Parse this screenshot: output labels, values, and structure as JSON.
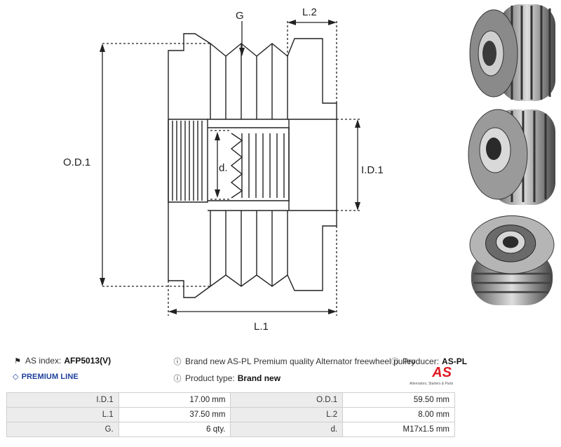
{
  "diagram": {
    "label_od1": "O.D.1",
    "label_id1": "I.D.1",
    "label_l1": "L.1",
    "label_l2": "L.2",
    "label_g": "G",
    "label_d": "d."
  },
  "photos": [
    "pulley-side-view-icon",
    "pulley-angle-view-icon",
    "pulley-front-view-icon"
  ],
  "info": {
    "as_index_label": "AS index:",
    "as_index_value": "AFP5013(V)",
    "description": "Brand new AS-PL Premium quality Alternator freewheel pulley",
    "producer_label": "Producer:",
    "producer_value": "AS-PL",
    "premium_line": "PREMIUM LINE",
    "product_type_label": "Product type:",
    "product_type_value": "Brand new"
  },
  "logo": {
    "text": "AS",
    "tagline": "Alternators, Starters & Parts"
  },
  "spec_table": [
    [
      "I.D.1",
      "17.00 mm",
      "O.D.1",
      "59.50 mm"
    ],
    [
      "L.1",
      "37.50 mm",
      "L.2",
      "8.00 mm"
    ],
    [
      "G.",
      "6 qty.",
      "d.",
      "M17x1.5 mm"
    ]
  ],
  "colors": {
    "premium_blue": "#1d3f9a",
    "logo_red": "#e01b24",
    "label_bg": "#ececec",
    "line": "#222222"
  }
}
